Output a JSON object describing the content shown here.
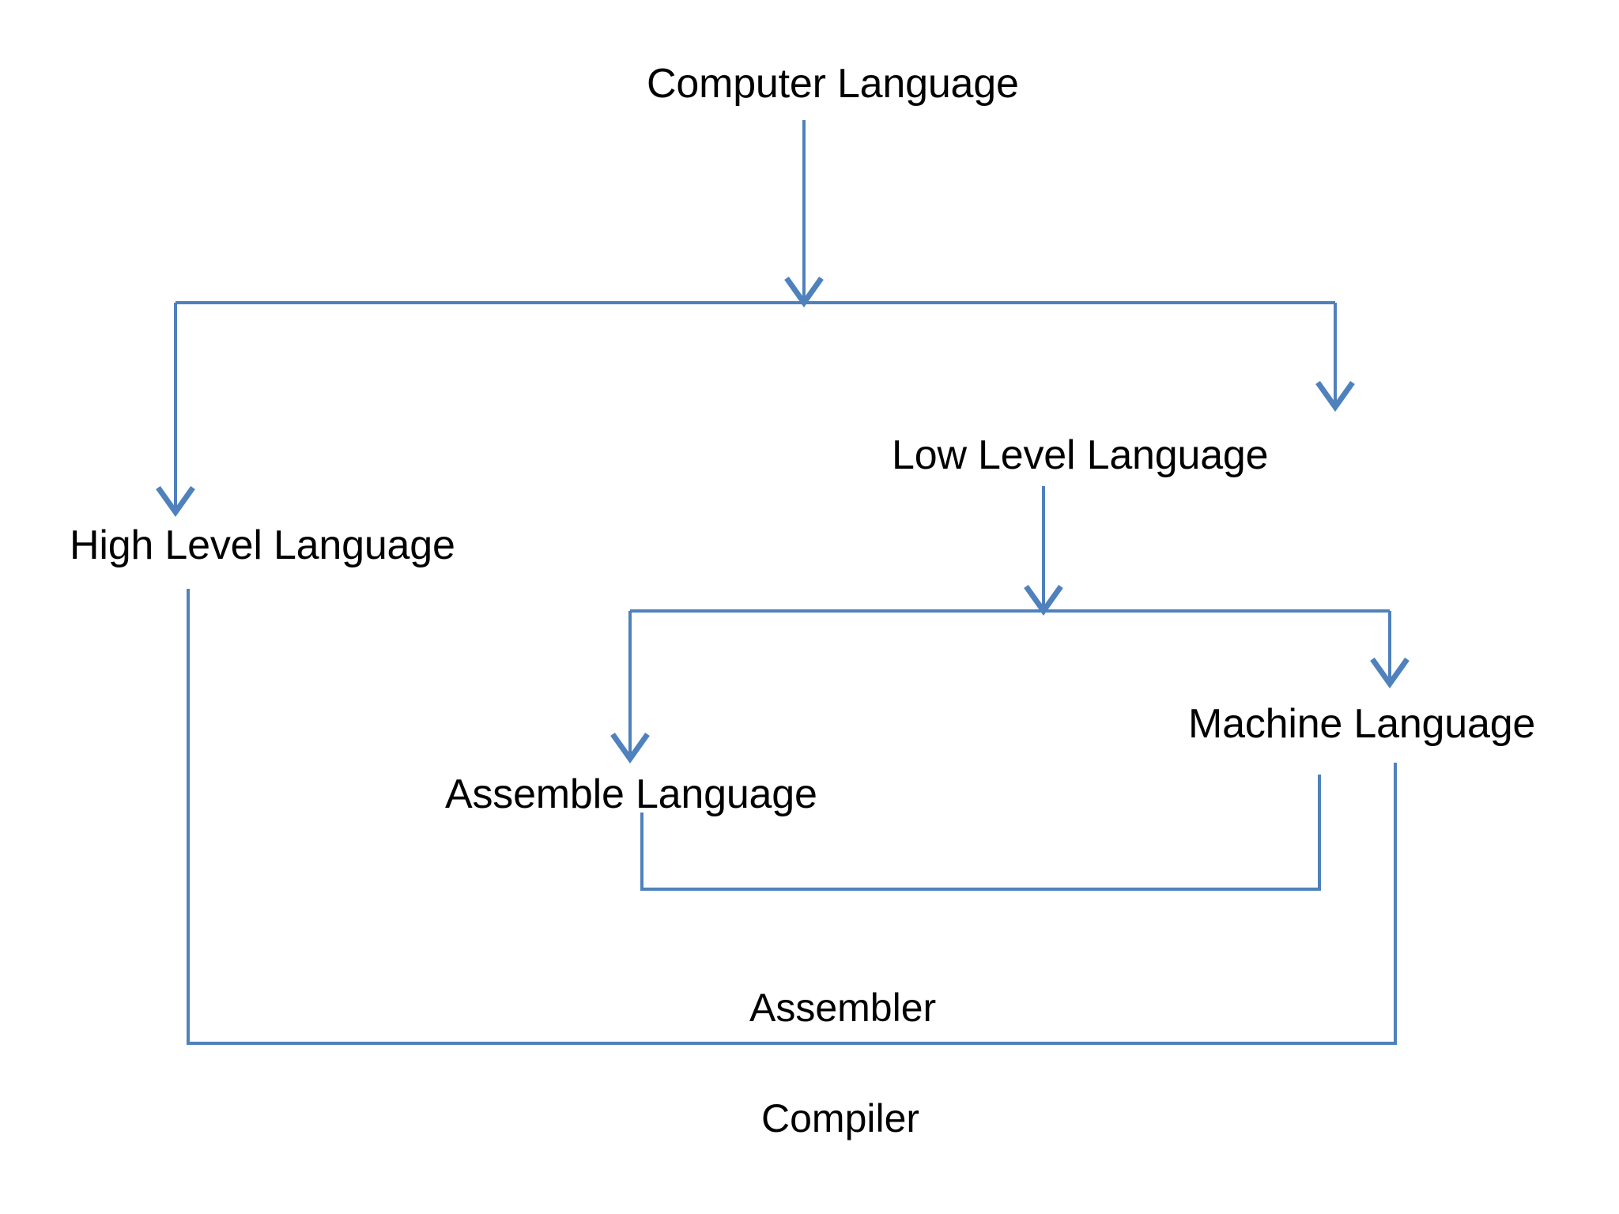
{
  "diagram": {
    "title": "Computer Language classification flow chart",
    "background_color": "#ffffff",
    "line_color": "#4f81bd",
    "text_color": "#000000",
    "nodes": [
      {
        "id": "computer-language",
        "label": "Computer Language"
      },
      {
        "id": "high-level-language",
        "label": "High Level Language"
      },
      {
        "id": "low-level-language",
        "label": "Low Level Language"
      },
      {
        "id": "assemble-language",
        "label": "Assemble Language"
      },
      {
        "id": "machine-language",
        "label": "Machine Language"
      }
    ],
    "edge_labels": [
      {
        "id": "assembler",
        "label": "Assembler"
      },
      {
        "id": "compiler",
        "label": "Compiler"
      }
    ],
    "connections": [
      {
        "from": "computer-language",
        "to": "high-level-language",
        "arrow": true
      },
      {
        "from": "computer-language",
        "to": "low-level-language",
        "arrow": true
      },
      {
        "from": "low-level-language",
        "to": "assemble-language",
        "arrow": true
      },
      {
        "from": "low-level-language",
        "to": "machine-language",
        "arrow": true
      },
      {
        "from": "assemble-language",
        "to": "machine-language",
        "arrow": false,
        "label": "Assembler"
      },
      {
        "from": "high-level-language",
        "to": "machine-language",
        "arrow": false,
        "label": "Compiler"
      }
    ]
  }
}
